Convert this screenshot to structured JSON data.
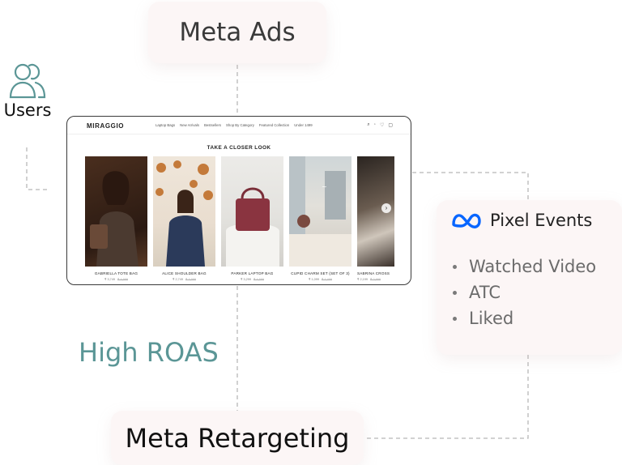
{
  "meta_ads": {
    "label": "Meta Ads"
  },
  "users": {
    "label": "Users",
    "icon": "users-icon"
  },
  "store": {
    "brand": "MIRAGGIO",
    "menu": [
      "Laptop Bags",
      "New Arrivals",
      "Bestsellers",
      "Shop By Category",
      "Featured Collection",
      "Under 1499"
    ],
    "icons": [
      "search-icon",
      "user-icon",
      "heart-icon",
      "bag-icon"
    ],
    "heading": "TAKE A CLOSER LOOK",
    "products": [
      {
        "name": "GABRIELLA TOTE BAG",
        "price": "₹ 3,749",
        "old_price": "₹ 4,999"
      },
      {
        "name": "ALICE SHOULDER BAG",
        "price": "₹ 2,749",
        "old_price": "₹ 3,999"
      },
      {
        "name": "PARKER LAPTOP BAG",
        "price": "₹ 3,299",
        "old_price": "₹ 4,599"
      },
      {
        "name": "CUPID CHARM SET (SET OF 3)",
        "price": "₹ 1,099",
        "old_price": "₹ 1,499"
      },
      {
        "name": "SABRINA CROSS",
        "price": "₹ 2,199",
        "old_price": "₹ 2,999"
      }
    ]
  },
  "pixel_events": {
    "title": "Pixel Events",
    "icon": "meta-logo-icon",
    "items": [
      "Watched Video",
      "ATC",
      "Liked"
    ]
  },
  "high_roas": {
    "label": "High ROAS"
  },
  "meta_retargeting": {
    "label": "Meta Retargeting"
  },
  "colors": {
    "accent_teal": "#5b9696",
    "meta_blue": "#0866ff",
    "card_bg": "#fcf6f6",
    "connector": "#b8b8b8"
  }
}
